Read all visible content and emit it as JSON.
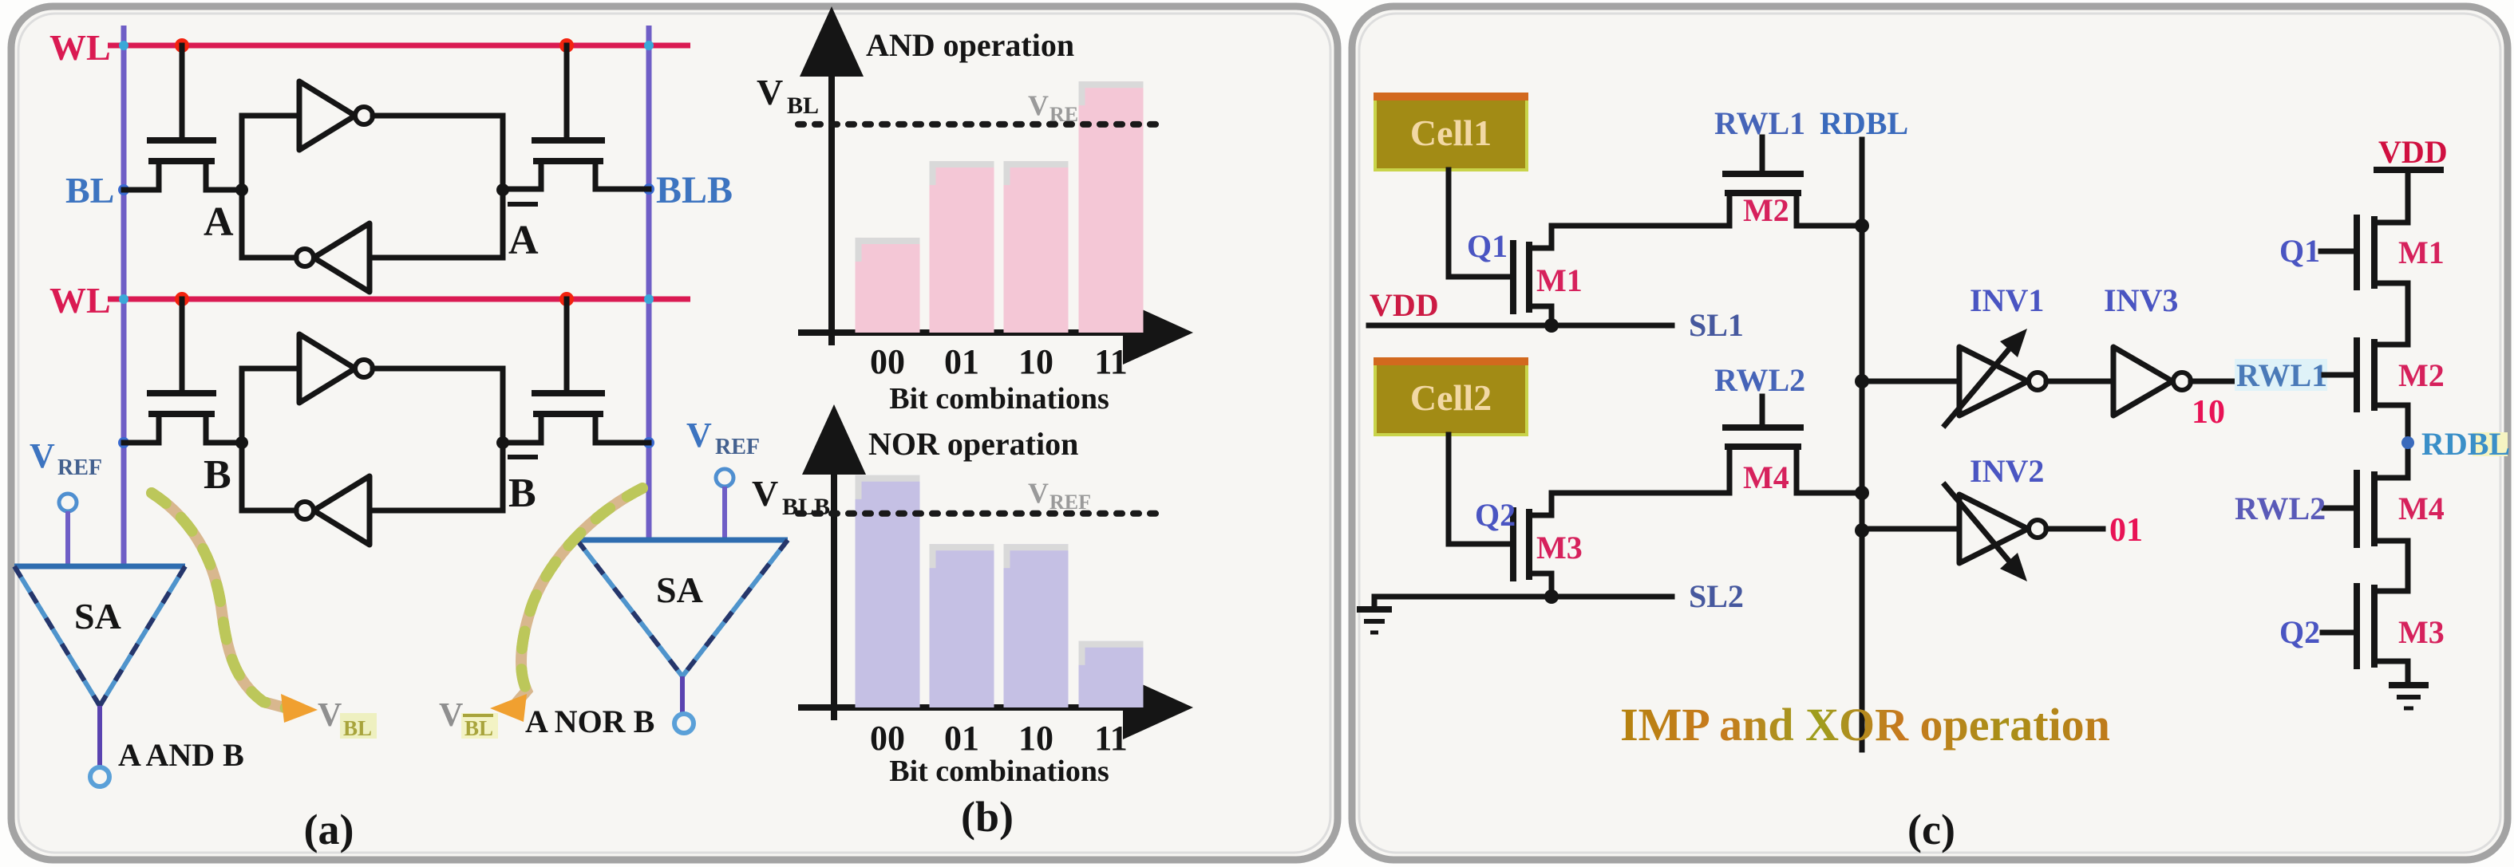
{
  "panel_labels": {
    "a": "(a)",
    "b": "(b)",
    "c": "(c)"
  },
  "colors": {
    "wordline": "#da1a52",
    "junction_dot": "#f3230f",
    "bitline": "#6f5ec6",
    "bitline_label": "#3d74c0",
    "sa_stroke": "#4f94cc",
    "sa_dash": "#26366b",
    "terminal": "#5aa0d8",
    "vref_label": "#3d74c0",
    "bar_and": "#f4c7d6",
    "bar_nor": "#c5c0e4",
    "bar_edge": "#d9d9d9",
    "ref_text": "#9a9a9a",
    "arrow_tan": "#d8b78e",
    "arrow_olive": "#bcc75a",
    "arrow_head": "#f0a030",
    "vbl_gray": "#8f8f8f",
    "vbl_sub": "#a8a43c",
    "cell_fill": "#a28b15",
    "cell_top": "#d2691e",
    "cell_trim": "#c9d44a",
    "cell_text": "#f2d8a4",
    "q_label": "#4a55c2",
    "m_label": "#d6215c",
    "vdd_label": "#cc1b44",
    "sl_label": "#46589e",
    "rwl_label": "#4664b8",
    "rdbl_label": "#3a6abc",
    "inv_label": "#4a55c2",
    "bit_out": "#e81255",
    "panel_border": "#a3a3a3",
    "panel_fill": "#f7f6f3"
  },
  "panel_a": {
    "wl_label": "WL",
    "bl_label": "BL",
    "blb_label": "BLB",
    "node_a": "A",
    "node_a_bar": "A",
    "node_b": "B",
    "node_b_bar": "B",
    "vref_main": "V",
    "vref_sub": "REF",
    "sa_label": "SA",
    "and_output": "A AND B",
    "nor_output": "A NOR B",
    "vbl_main": "V",
    "vbl_sub": "BL",
    "vblbar_main": "V",
    "vblbar_sub": "BL"
  },
  "chart_data": [
    {
      "type": "bar",
      "title": "AND operation",
      "ylabel_main": "V",
      "ylabel_sub": "BL",
      "ref_label_main": "V",
      "ref_label_sub": "REF",
      "xlabel": "Bit combinations",
      "categories": [
        "00",
        "01",
        "10",
        "11"
      ],
      "values": [
        0.31,
        0.56,
        0.56,
        0.82
      ],
      "ref_value": 0.68,
      "ylim": [
        0,
        1
      ],
      "grid": false,
      "bar_color": "#f4c7d6",
      "edge_color": "#d9d9d9"
    },
    {
      "type": "bar",
      "title": "NOR operation",
      "ylabel_main": "V",
      "ylabel_sub": "BLB",
      "ref_label_main": "V",
      "ref_label_sub": "REF",
      "xlabel": "Bit combinations",
      "categories": [
        "00",
        "01",
        "10",
        "11"
      ],
      "values": [
        0.91,
        0.64,
        0.64,
        0.26
      ],
      "ref_value": 0.76,
      "ylim": [
        0,
        1
      ],
      "grid": false,
      "bar_color": "#c5c0e4",
      "edge_color": "#d9d9d9"
    }
  ],
  "panel_c": {
    "cell1": "Cell1",
    "cell2": "Cell2",
    "q1": "Q1",
    "q2": "Q2",
    "vdd": "VDD",
    "m1": "M1",
    "m2": "M2",
    "m3": "M3",
    "m4": "M4",
    "rwl1": "RWL1",
    "rwl2": "RWL2",
    "rdbl": "RDBL",
    "sl1": "SL1",
    "sl2": "SL2",
    "inv1": "INV1",
    "inv2": "INV2",
    "inv3": "INV3",
    "out10": "10",
    "out01": "01",
    "stack": {
      "vdd": "VDD",
      "q1": "Q1",
      "m1": "M1",
      "rwl1": "RWL1",
      "m2": "M2",
      "rdbl": "RDBL",
      "rwl2": "RWL2",
      "m4": "M4",
      "q2": "Q2",
      "m3": "M3"
    },
    "title": "IMP and XOR operation"
  }
}
